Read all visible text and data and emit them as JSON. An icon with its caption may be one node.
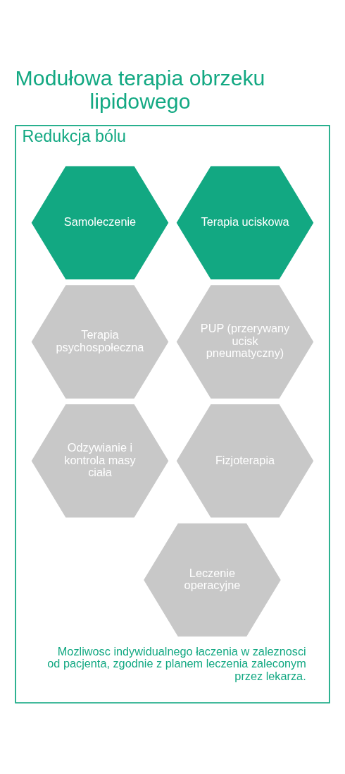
{
  "diagram": {
    "title": "Modułowa terapia obrzeku lipidowego",
    "nodes": [
      {
        "text": [
          "Redukcja bólu"
        ]
      },
      {
        "text": [
          "Terapia uciskowa"
        ],
        "in": 0
      },
      {
        "text": [
          "Samoleczenie"
        ],
        "in": 0
      },
      {
        "text": [
          "PUP (przerywany ucisk pneumatyczny)"
        ],
        "in": 0
      },
      {
        "text": [
          "Terapia psychospołeczna"
        ],
        "in": 0
      },
      {
        "text": [
          "Fizjoterapia"
        ],
        "in": 0
      },
      {
        "text": [
          "Odzywianie i kontrola masy ciała"
        ],
        "in": 0
      },
      {
        "text": [
          "Leczenie operacyjne"
        ],
        "in": 0
      }
    ],
    "labels": [
      "Mozliwosc indywidualnego łaczenia w zaleznosci od pacjenta, zgodnie z planem leczenia zaleconym przez lekarza."
    ]
  }
}
